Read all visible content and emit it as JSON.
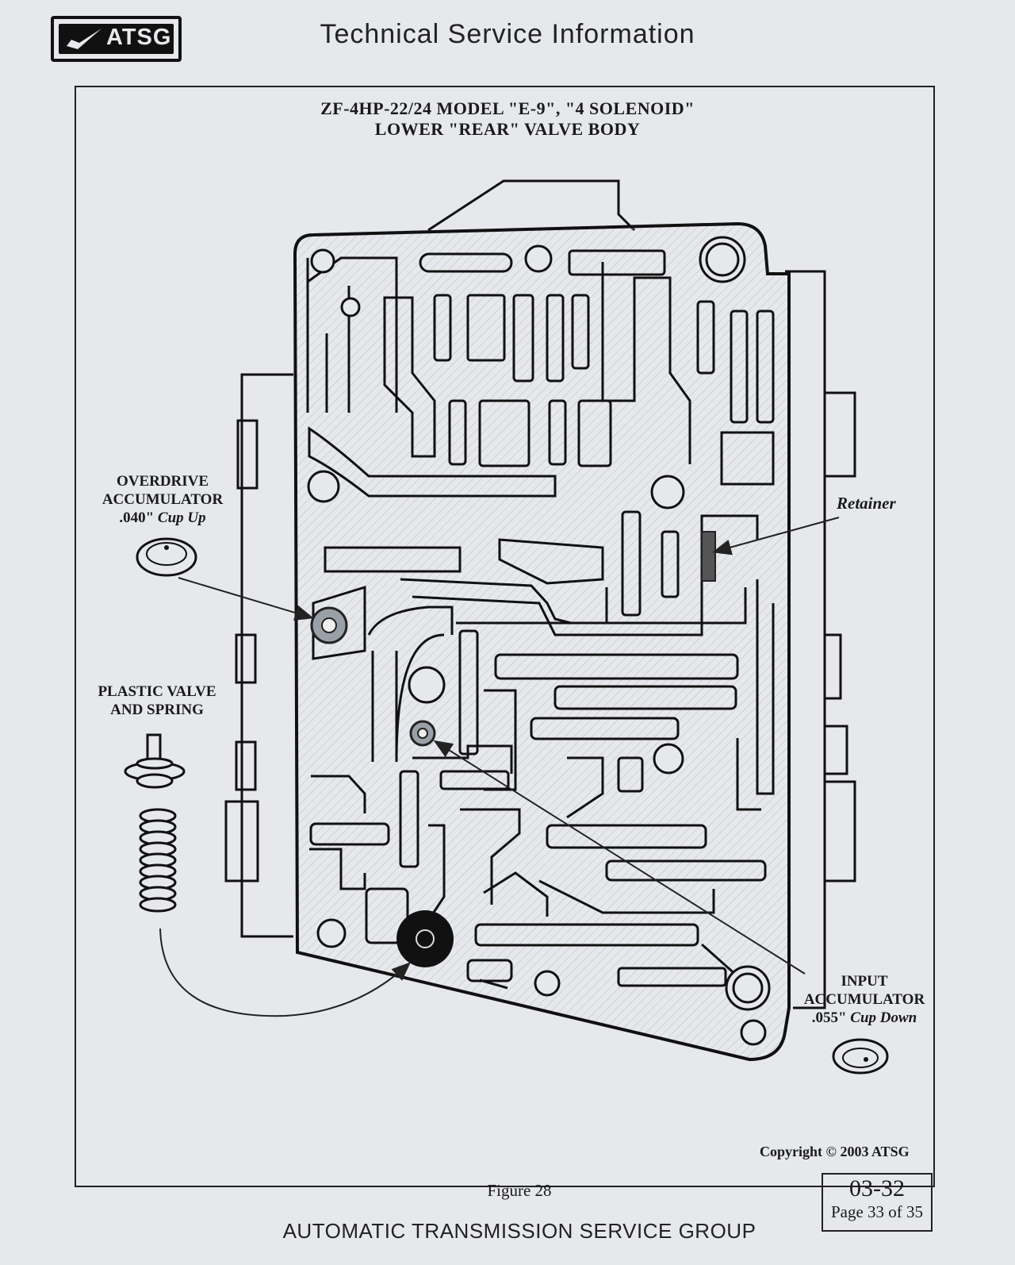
{
  "header": {
    "logo_text": "ATSG",
    "title": "Technical Service Information"
  },
  "diagram": {
    "title_line1": "ZF-4HP-22/24  MODEL \"E-9\", \"4 SOLENOID\"",
    "title_line2": "LOWER \"REAR\" VALVE BODY",
    "labels": {
      "overdrive": {
        "line1": "OVERDRIVE",
        "line2": "ACCUMULATOR",
        "value": ".040\"",
        "note": "Cup Up"
      },
      "plastic_valve": {
        "line1": "PLASTIC VALVE",
        "line2": "AND SPRING"
      },
      "retainer": "Retainer",
      "input": {
        "line1": "INPUT",
        "line2": "ACCUMULATOR",
        "value": ".055\"",
        "note": "Cup Down"
      }
    },
    "copyright": "Copyright © 2003 ATSG"
  },
  "figure_caption": "Figure 28",
  "page": {
    "code": "03-32",
    "label": "Page 33 of 35"
  },
  "footer": "AUTOMATIC TRANSMISSION SERVICE GROUP"
}
